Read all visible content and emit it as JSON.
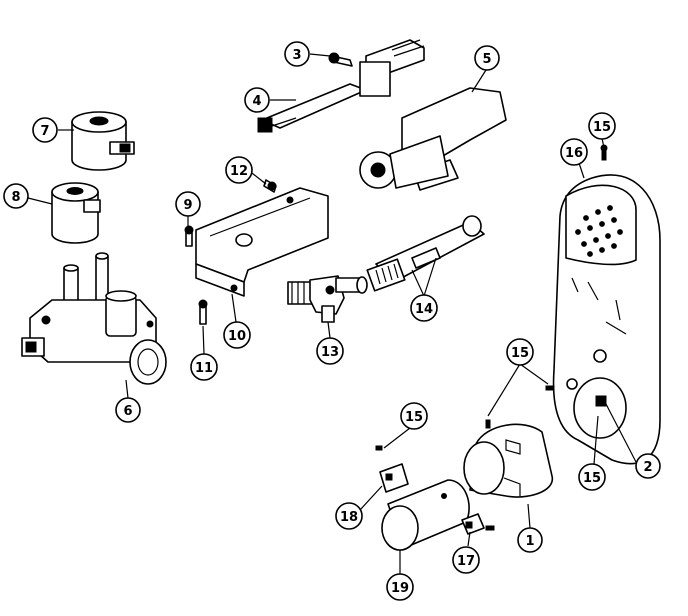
{
  "callouts": [
    {
      "id": "c1",
      "label": "1"
    },
    {
      "id": "c2",
      "label": "2"
    },
    {
      "id": "c3",
      "label": "3"
    },
    {
      "id": "c4",
      "label": "4"
    },
    {
      "id": "c5",
      "label": "5"
    },
    {
      "id": "c6",
      "label": "6"
    },
    {
      "id": "c7",
      "label": "7"
    },
    {
      "id": "c8",
      "label": "8"
    },
    {
      "id": "c9",
      "label": "9"
    },
    {
      "id": "c10",
      "label": "10"
    },
    {
      "id": "c11",
      "label": "11"
    },
    {
      "id": "c12",
      "label": "12"
    },
    {
      "id": "c13",
      "label": "13"
    },
    {
      "id": "c14",
      "label": "14"
    },
    {
      "id": "c15a",
      "label": "15"
    },
    {
      "id": "c15b",
      "label": "15"
    },
    {
      "id": "c15c",
      "label": "15"
    },
    {
      "id": "c15d",
      "label": "15"
    },
    {
      "id": "c16",
      "label": "16"
    },
    {
      "id": "c17",
      "label": "17"
    },
    {
      "id": "c18",
      "label": "18"
    },
    {
      "id": "c19",
      "label": "19"
    }
  ],
  "colors": {
    "ink": "#000000",
    "paper": "#ffffff"
  }
}
